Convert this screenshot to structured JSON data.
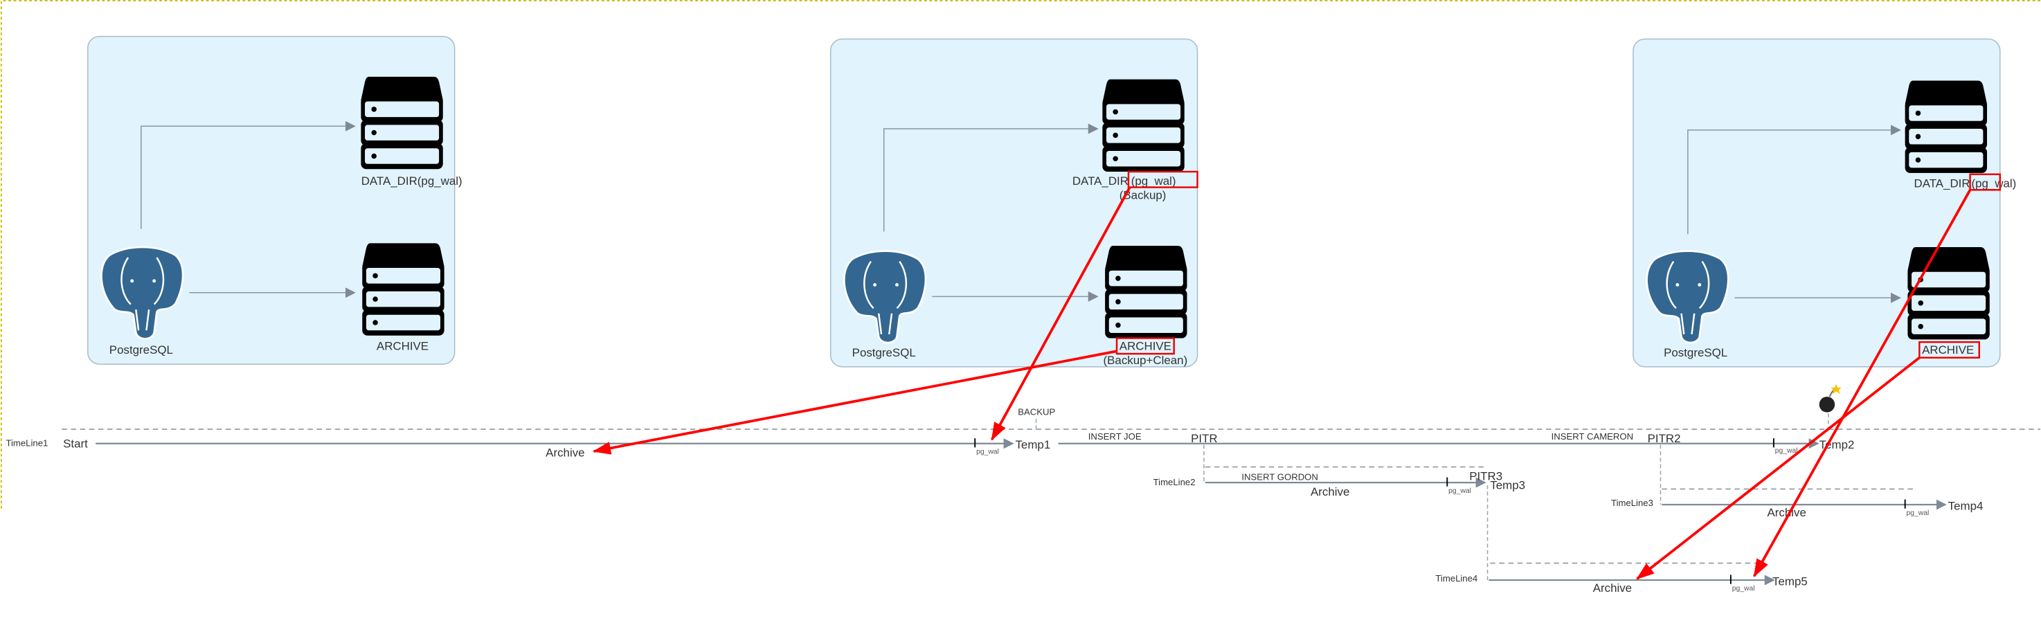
{
  "colors": {
    "box_fill": "#e1f3fc",
    "accent_red": "#ff0000",
    "timeline": "#7f8a96",
    "postgres_blue": "#336791"
  },
  "boxes": [
    {
      "db_label": "PostgreSQL",
      "data_dir": "DATA_DIR(pg_wal)",
      "archive": "ARCHIVE"
    },
    {
      "db_label": "PostgreSQL",
      "data_dir_prefix": "DATA_DIR",
      "data_dir_hl": "(pg_wal)",
      "data_dir_sub": "(Backup)",
      "archive": "ARCHIVE",
      "archive_sub": "(Backup+Clean)"
    },
    {
      "db_label": "PostgreSQL",
      "data_dir_prefix": "DATA_DIR",
      "data_dir_hl": "(pg_wal)",
      "archive": "ARCHIVE"
    }
  ],
  "timeline": {
    "tl1": {
      "name": "TimeLine1",
      "start": "Start",
      "archive": "Archive",
      "wal": "pg_wal",
      "end": "Temp1"
    },
    "backup": "BACKUP",
    "insert_joe": "INSERT JOE",
    "pitr": "PITR",
    "insert_cameron": "INSERT CAMERON",
    "pitr2": "PITR2",
    "tl1b": {
      "wal": "pg_wal",
      "end": "Temp2"
    },
    "tl2": {
      "name": "TimeLine2",
      "insert": "INSERT GORDON",
      "archive": "Archive",
      "wal": "pg_wal",
      "pitr": "PITR3",
      "end": "Temp3"
    },
    "tl3": {
      "name": "TimeLine3",
      "archive": "Archive",
      "wal": "pg_wal",
      "end": "Temp4"
    },
    "tl4": {
      "name": "TimeLine4",
      "archive": "Archive",
      "wal": "pg_wal",
      "end": "Temp5"
    }
  }
}
